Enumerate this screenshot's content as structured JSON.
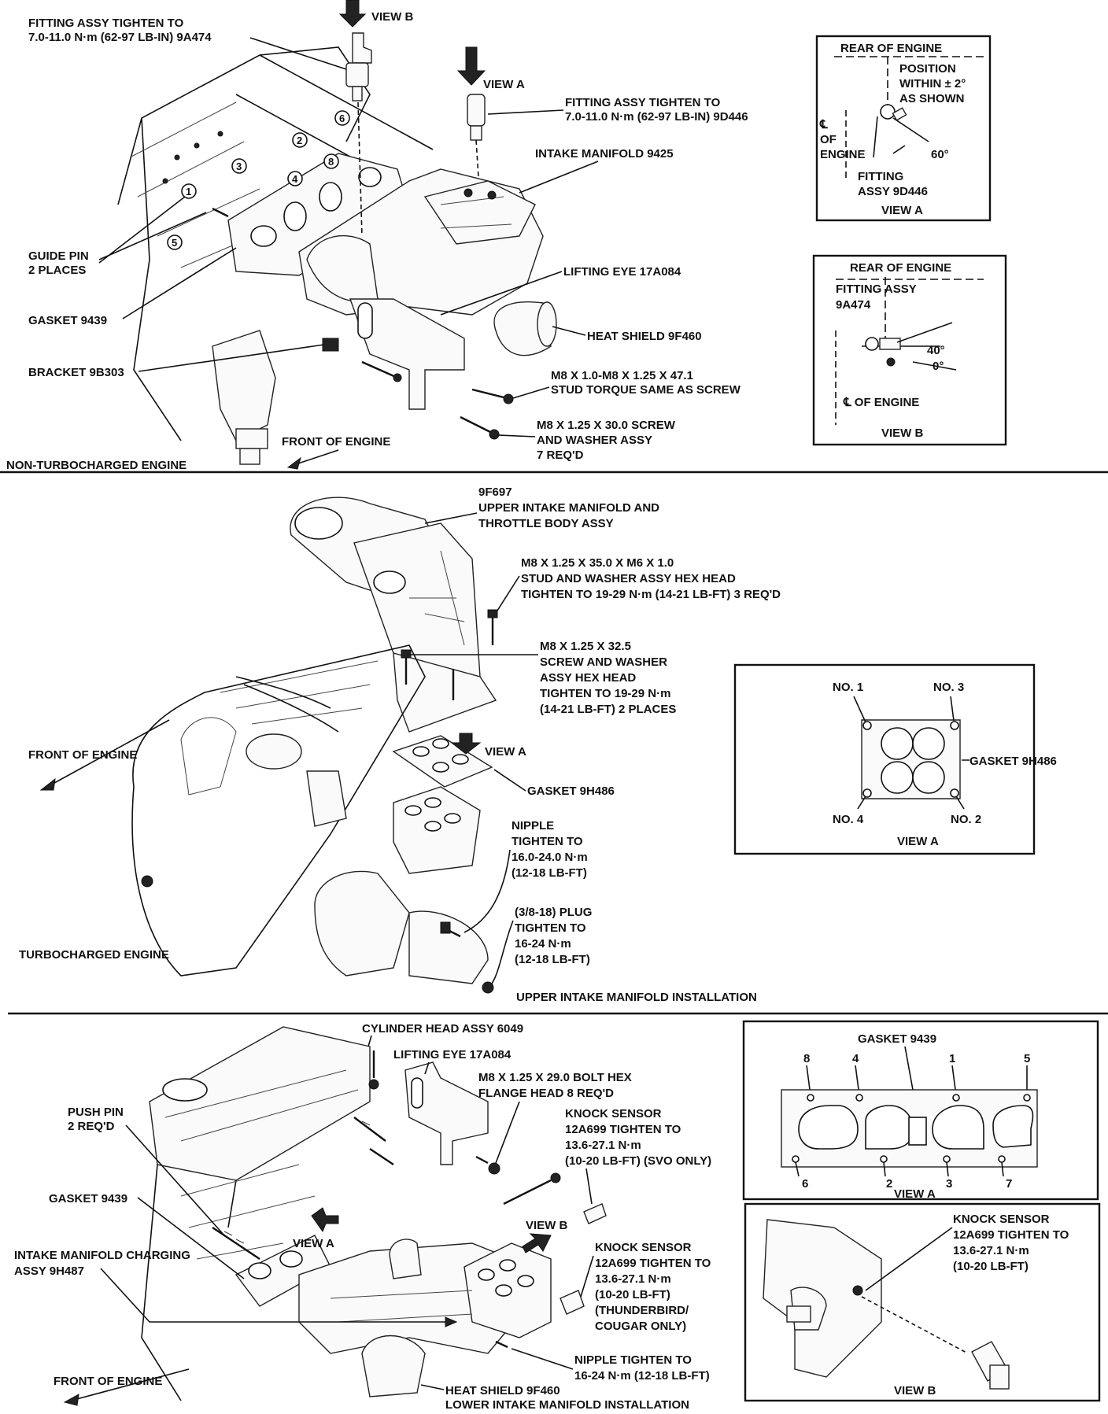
{
  "section1": {
    "title": "NON-TURBOCHARGED ENGINE",
    "front_label": "FRONT OF ENGINE",
    "view_b_arrow": "VIEW B",
    "view_a_arrow": "VIEW A",
    "fitting_9a474": [
      "FITTING ASSY TIGHTEN TO",
      "7.0-11.0 N·m (62-97 LB-IN) 9A474"
    ],
    "fitting_9d446": [
      "FITTING ASSY TIGHTEN TO",
      "7.0-11.0 N·m (62-97 LB-IN) 9D446"
    ],
    "intake_manifold": "INTAKE MANIFOLD 9425",
    "guide_pin": [
      "GUIDE PIN",
      "2 PLACES"
    ],
    "gasket": "GASKET 9439",
    "lifting_eye": "LIFTING EYE 17A084",
    "heat_shield": "HEAT SHIELD 9F460",
    "bracket": "BRACKET 9B303",
    "stud": [
      "M8 X 1.0-M8 X 1.25 X 47.1",
      "STUD TORQUE SAME AS SCREW"
    ],
    "screw": [
      "M8 X 1.25 X 30.0 SCREW",
      "AND WASHER ASSY",
      "7 REQ'D"
    ],
    "bolt_numbers": [
      "1",
      "2",
      "3",
      "4",
      "5",
      "6",
      "8"
    ],
    "view_a_box": {
      "rear": "REAR OF ENGINE",
      "position": [
        "POSITION",
        "WITHIN ± 2°",
        "AS SHOWN"
      ],
      "cl_engine": [
        "℄",
        "OF",
        "ENGINE"
      ],
      "angle": "60°",
      "fitting": [
        "FITTING",
        "ASSY 9D446"
      ],
      "caption": "VIEW A"
    },
    "view_b_box": {
      "rear": "REAR OF ENGINE",
      "fitting": [
        "FITTING ASSY",
        "9A474"
      ],
      "angle_40": "40°",
      "angle_0": "0°",
      "cl_engine": "℄ OF ENGINE",
      "caption": "VIEW B"
    }
  },
  "section2": {
    "title": "TURBOCHARGED ENGINE",
    "caption": "UPPER INTAKE MANIFOLD INSTALLATION",
    "front_label": "FRONT OF ENGINE",
    "upper_manifold": [
      "9F697",
      "UPPER INTAKE MANIFOLD AND",
      "THROTTLE BODY ASSY"
    ],
    "stud": [
      "M8 X 1.25 X 35.0 X M6 X 1.0",
      "STUD AND WASHER ASSY HEX HEAD",
      "TIGHTEN TO 19-29 N·m (14-21 LB-FT) 3 REQ'D"
    ],
    "screw": [
      "M8 X 1.25 X 32.5",
      "SCREW AND WASHER",
      "ASSY HEX HEAD",
      "TIGHTEN TO 19-29 N·m",
      "(14-21 LB-FT) 2 PLACES"
    ],
    "view_a_arrow": "VIEW A",
    "gasket": "GASKET 9H486",
    "nipple": [
      "NIPPLE",
      "TIGHTEN TO",
      "16.0-24.0 N·m",
      "(12-18 LB-FT)"
    ],
    "plug": [
      "(3/8-18) PLUG",
      "TIGHTEN TO",
      "16-24 N·m",
      "(12-18 LB-FT)"
    ],
    "view_a_box": {
      "no1": "NO. 1",
      "no2": "NO. 2",
      "no3": "NO. 3",
      "no4": "NO. 4",
      "gasket": "GASKET 9H486",
      "caption": "VIEW A"
    }
  },
  "section3": {
    "caption": "LOWER INTAKE MANIFOLD INSTALLATION",
    "front_label": "FRONT OF ENGINE",
    "cylinder_head": "CYLINDER HEAD ASSY 6049",
    "lifting_eye": "LIFTING EYE 17A084",
    "bolt": [
      "M8 X 1.25 X 29.0 BOLT HEX",
      "FLANGE HEAD 8 REQ'D"
    ],
    "push_pin": [
      "PUSH PIN",
      "2 REQ'D"
    ],
    "knock_svo": [
      "KNOCK SENSOR",
      "12A699 TIGHTEN TO",
      "13.6-27.1 N·m",
      "(10-20 LB-FT) (SVO ONLY)"
    ],
    "gasket": "GASKET 9439",
    "charging": [
      "INTAKE MANIFOLD CHARGING",
      "ASSY 9H487"
    ],
    "view_a_arrow": "VIEW A",
    "view_b_arrow": "VIEW B",
    "knock_tb": [
      "KNOCK SENSOR",
      "12A699 TIGHTEN TO",
      "13.6-27.1 N·m",
      "(10-20 LB-FT)",
      "(THUNDERBIRD/",
      "COUGAR ONLY)"
    ],
    "nipple": [
      "NIPPLE TIGHTEN TO",
      "16-24 N·m (12-18 LB-FT)"
    ],
    "heat_shield": "HEAT SHIELD 9F460",
    "view_a_box": {
      "gasket": "GASKET 9439",
      "top_numbers": [
        "8",
        "4",
        "1",
        "5"
      ],
      "bottom_numbers": [
        "6",
        "2",
        "3",
        "7"
      ],
      "caption": "VIEW A"
    },
    "view_b_box": {
      "knock": [
        "KNOCK SENSOR",
        "12A699 TIGHTEN TO",
        "13.6-27.1 N·m",
        "(10-20 LB-FT)"
      ],
      "caption": "VIEW B"
    }
  }
}
